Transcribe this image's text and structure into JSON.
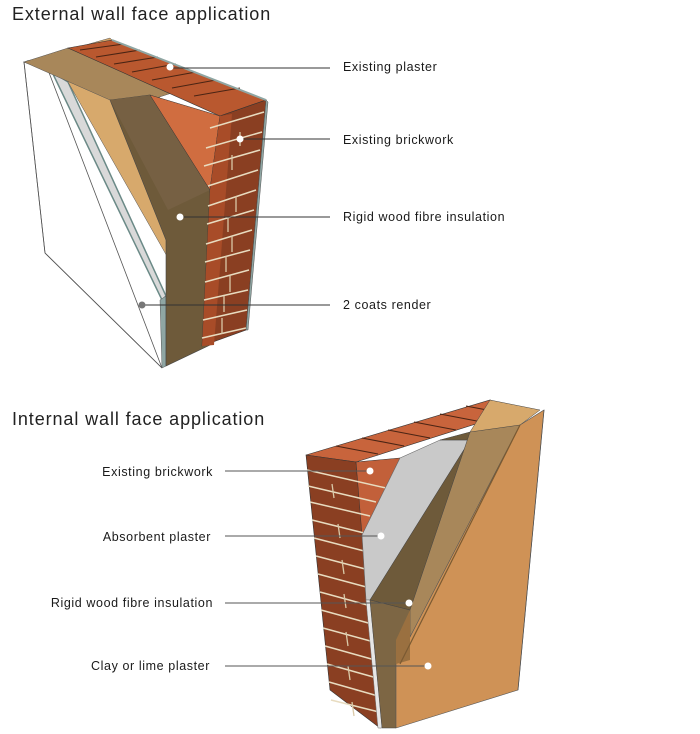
{
  "external": {
    "title": "External wall face application",
    "labels": [
      "Existing plaster",
      "Existing brickwork",
      "Rigid wood fibre insulation",
      "2 coats render"
    ]
  },
  "internal": {
    "title": "Internal wall face application",
    "labels": [
      "Existing brickwork",
      "Absorbent plaster",
      "Rigid wood fibre insulation",
      "Clay or lime plaster"
    ]
  },
  "colors": {
    "brick_face": "#c8643c",
    "brick_side": "#8a3f22",
    "mortar": "#e8dcc0",
    "insulation_side": "#6e5a3a",
    "insulation_face": "#a8875a",
    "insulation_top": "#d7a96c",
    "plaster_grey": "#c9c9c9",
    "clay_plaster": "#cf9256",
    "render_white": "#ffffff",
    "leader_line": "#333333"
  }
}
